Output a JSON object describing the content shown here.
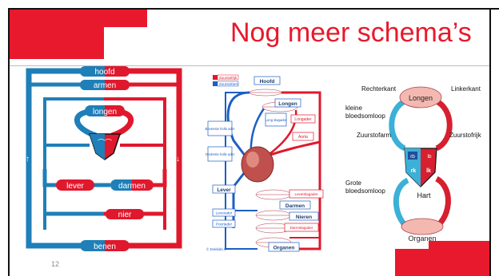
{
  "slide": {
    "title": "Nog meer schema’s",
    "page_number": "12"
  },
  "diagram_1": {
    "labels": {
      "hoofd": "hoofd",
      "armen": "armen",
      "longen": "longen",
      "lever": "lever",
      "darmen": "darmen",
      "nier": "nier",
      "benen": "benen"
    },
    "colors": {
      "oxygen_poor": "#1f7fb8",
      "oxygen_rich": "#e0182d"
    }
  },
  "diagram_2": {
    "legend": {
      "rich": "Zuurstofrijk",
      "poor": "Zuurstofarm"
    },
    "labels": {
      "hoofd": "Hoofd",
      "longen": "Longen",
      "longslagader": "Long slagader",
      "longader": "Longader",
      "bovenste": "Bovenste holle ader",
      "aorta": "Aorta",
      "onderste": "Onderste holle ader",
      "lever": "Lever",
      "leverslagader": "Leverslagader",
      "darmen": "Darmen",
      "leverader": "Leverader",
      "poortader": "Poortader",
      "darmslagader": "Darmslagader",
      "nieren": "Nieren",
      "organen": "Organen",
      "credit": "© Dokkids.nl"
    },
    "colors": {
      "oxygen_poor": "#1d5fc4",
      "oxygen_rich": "#e0182d"
    }
  },
  "diagram_3": {
    "labels": {
      "rechterkant": "Rechterkant",
      "linkerkant": "Linkerkant",
      "kleine": "kleine",
      "kleine2": "bloedsomloop",
      "longen": "Longen",
      "zuurstofarm": "Zuurstofarm",
      "zuurstofrijk": "Zuurstofrijk",
      "rb": "rb",
      "lb": "lb",
      "rk": "rk",
      "lk": "lk",
      "grote": "Grote",
      "grote2": "bloedsomloop",
      "hart": "Hart",
      "organen": "Organen"
    },
    "colors": {
      "oxygen_poor": "#3cb0d6",
      "oxygen_rich": "#d62030"
    }
  }
}
